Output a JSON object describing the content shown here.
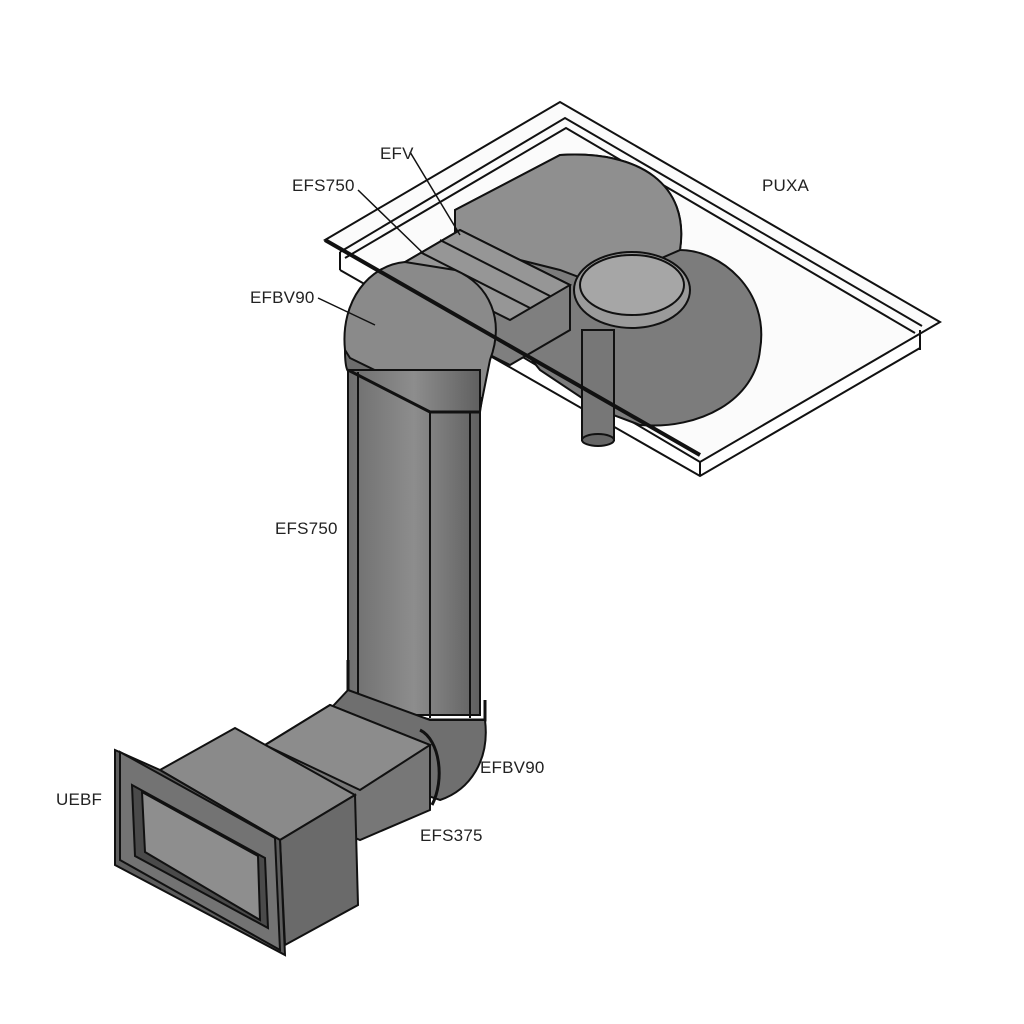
{
  "diagram": {
    "type": "isometric duct assembly",
    "labels": {
      "efv": "EFV",
      "efs750_top": "EFS750",
      "efbv90_top": "EFBV90",
      "puxa": "PUXA",
      "efs750_mid": "EFS750",
      "efbv90_bottom": "EFBV90",
      "efs375": "EFS375",
      "uebf": "UEBF"
    },
    "colors": {
      "duct_fill": "#7a7a7a",
      "duct_dark": "#555555",
      "duct_light": "#9a9a9a",
      "outline": "#111111",
      "panel_fill": "#ffffff"
    }
  }
}
